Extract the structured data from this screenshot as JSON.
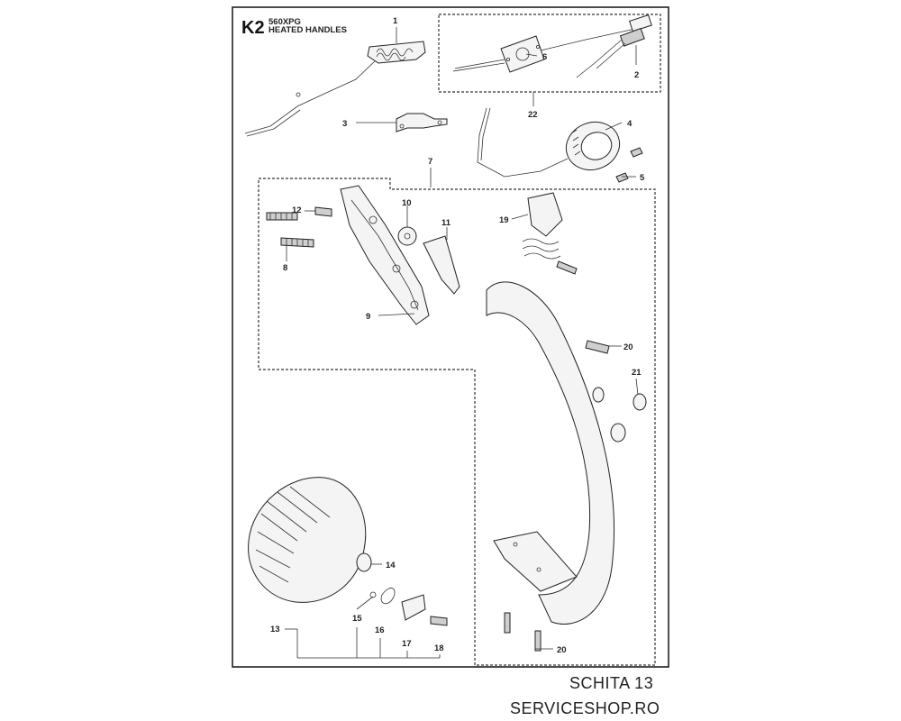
{
  "header": {
    "code": "K2",
    "model": "560XPG",
    "title": "HEATED HANDLES"
  },
  "labels": {
    "p1": "1",
    "p2": "2",
    "p3": "3",
    "p4": "4",
    "p5": "5",
    "p6": "6",
    "p7": "7",
    "p8": "8",
    "p9": "9",
    "p10": "10",
    "p11": "11",
    "p12": "12",
    "p13": "13",
    "p14": "14",
    "p15": "15",
    "p16": "16",
    "p17": "17",
    "p18": "18",
    "p19": "19",
    "p20a": "20",
    "p20b": "20",
    "p21": "21",
    "p22": "22"
  },
  "footer": {
    "line1": "SCHITA 13",
    "line2": "SERVICESHOP.RO"
  }
}
